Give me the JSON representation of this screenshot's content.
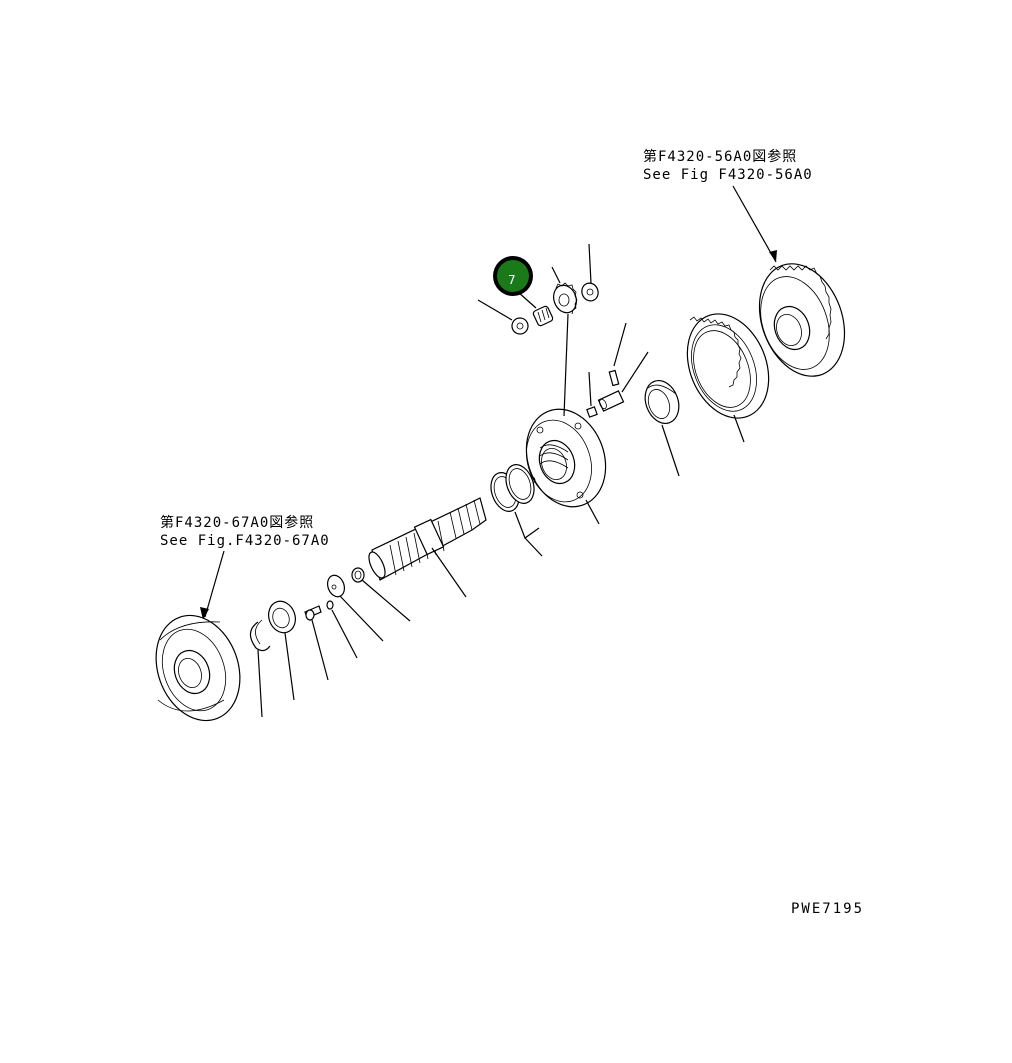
{
  "references": {
    "top_right": {
      "line1": "第F4320-56A0図参照",
      "line2": "See Fig F4320-56A0"
    },
    "left": {
      "line1": "第F4320-67A0図参照",
      "line2": "See Fig.F4320-67A0"
    }
  },
  "callout": {
    "number": "7",
    "color": "#1a7a1a"
  },
  "drawing_code": "PWE7195"
}
